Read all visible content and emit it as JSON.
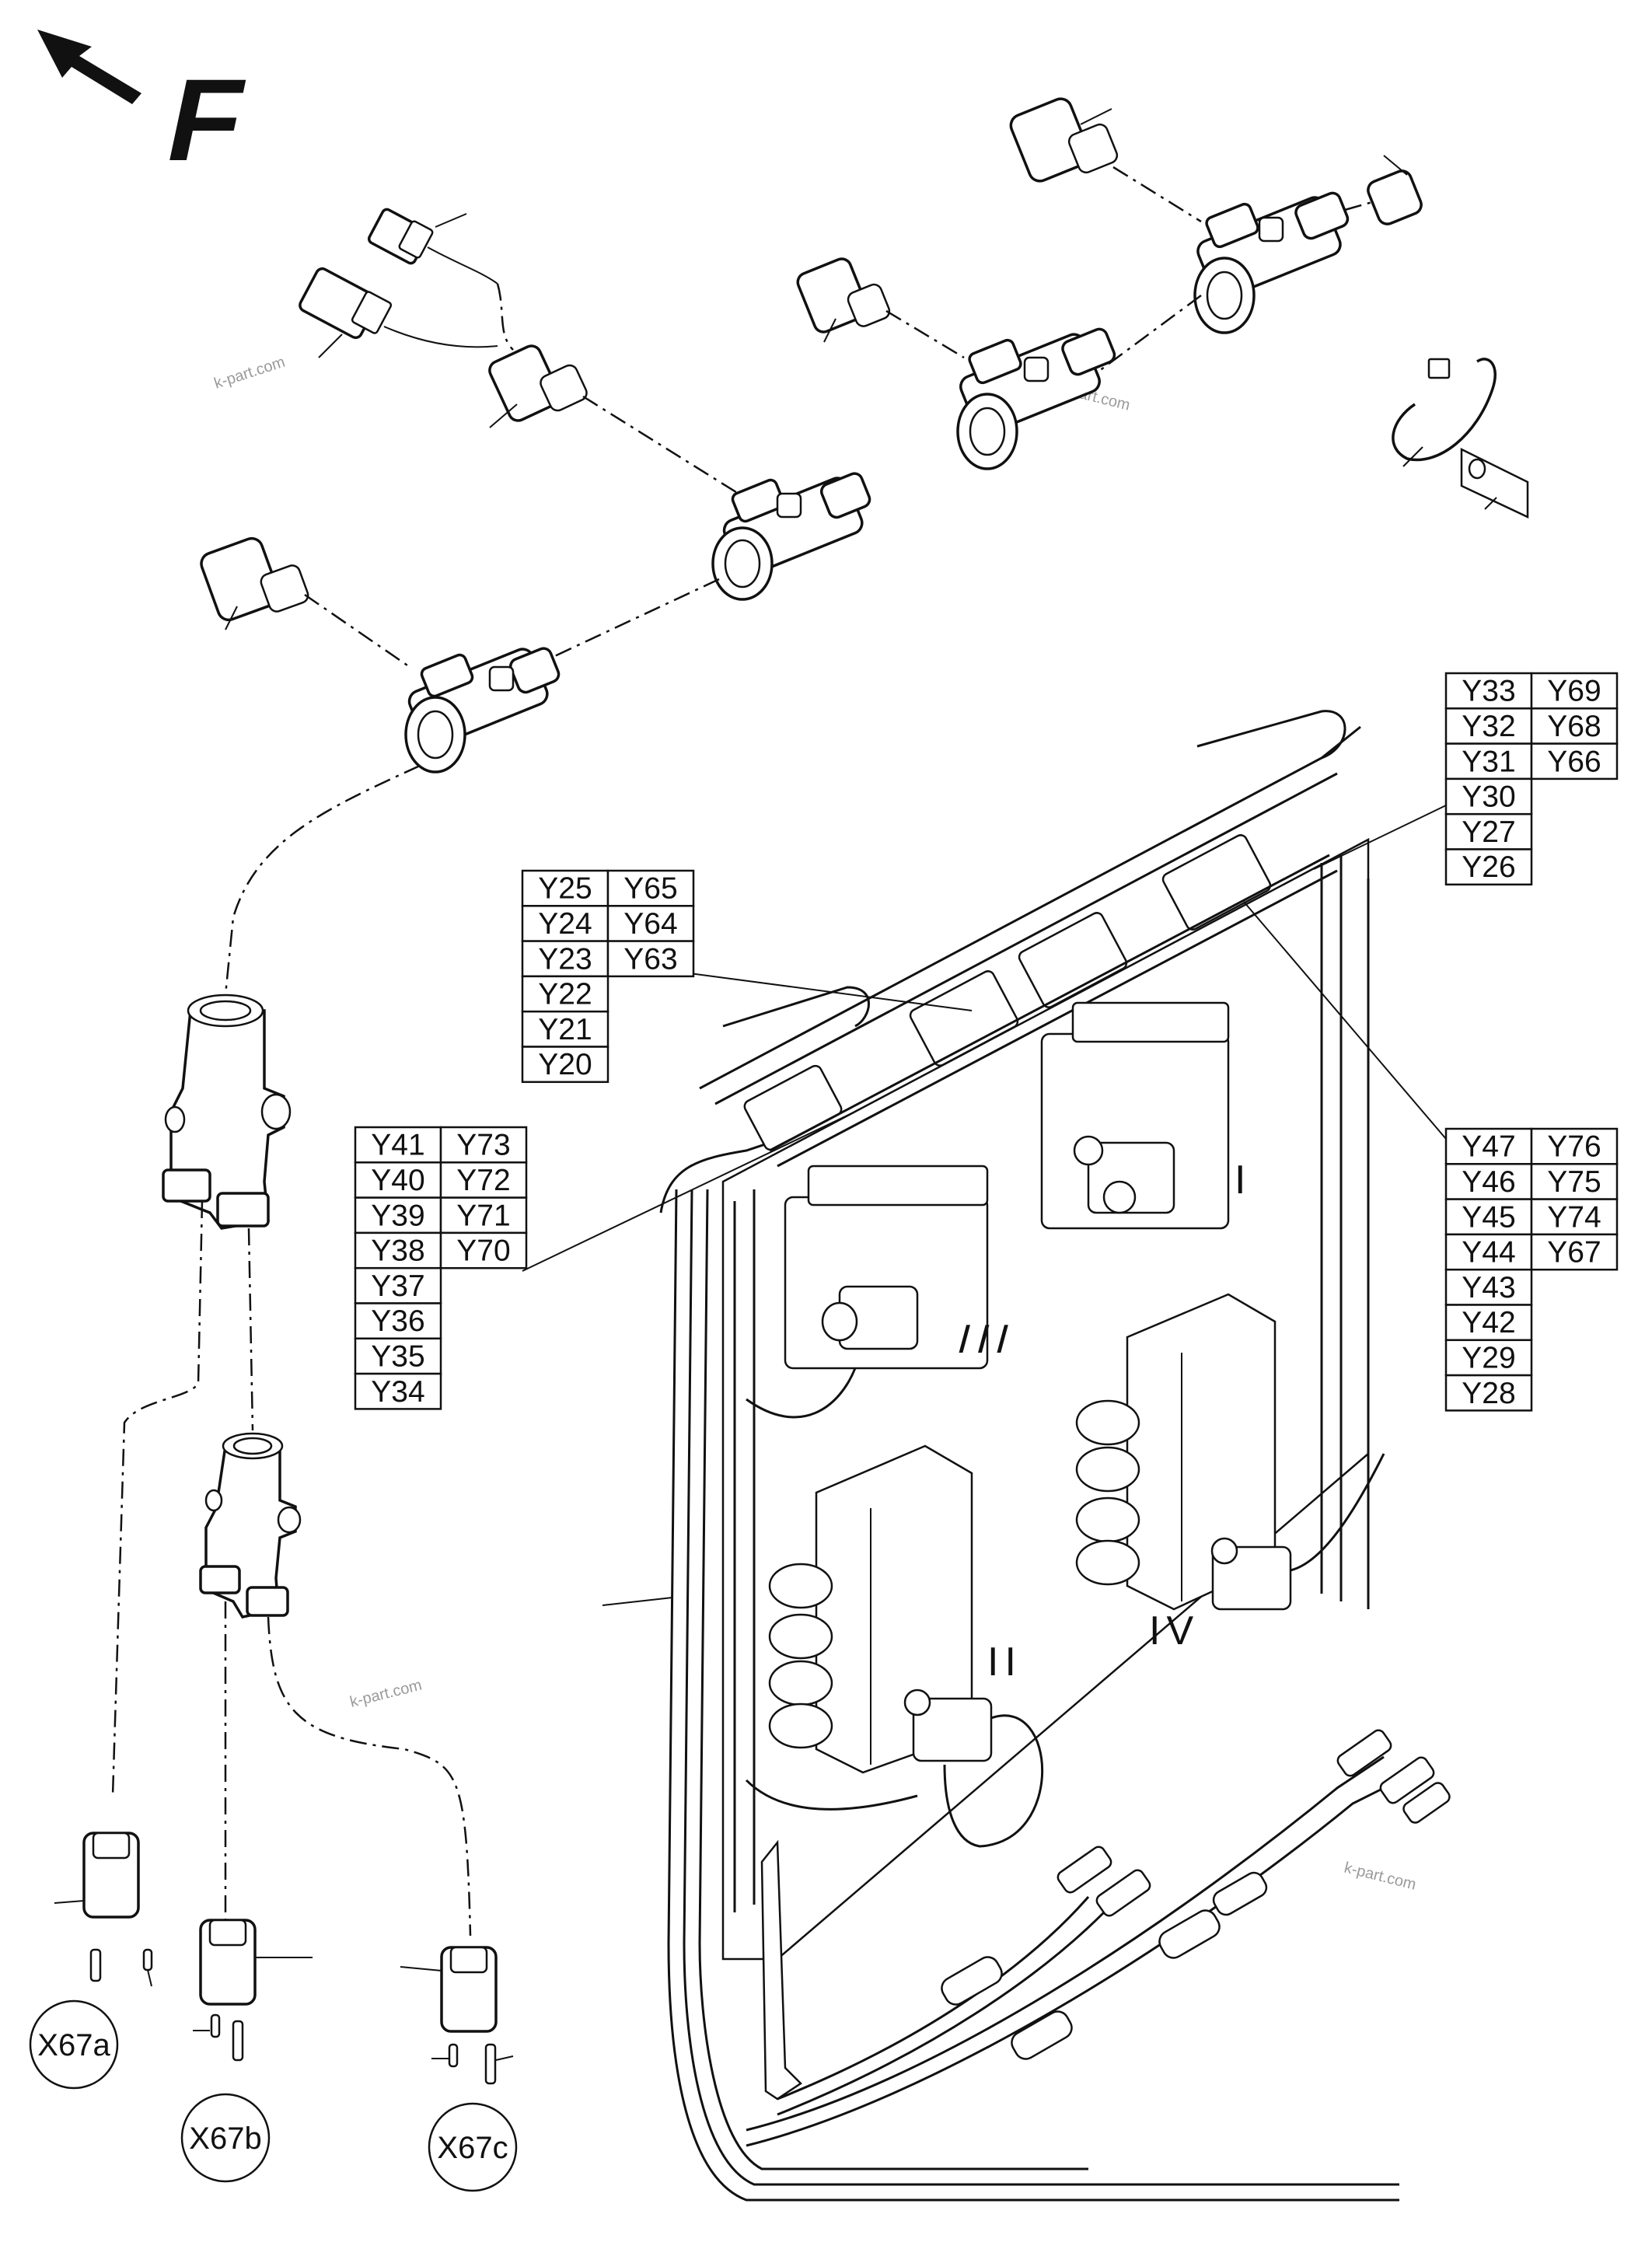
{
  "direction_mark": "F",
  "watermarks": [
    "k-part.com",
    "k-part.com",
    "k-part.com",
    "k-part.com"
  ],
  "valve_block_labels": [
    "I",
    "II",
    "III",
    "IV"
  ],
  "callout_tables": [
    {
      "rows": [
        [
          "Y33",
          "Y69"
        ],
        [
          "Y32",
          "Y68"
        ],
        [
          "Y31",
          "Y66"
        ],
        [
          "Y30",
          ""
        ],
        [
          "Y27",
          ""
        ],
        [
          "Y26",
          ""
        ]
      ]
    },
    {
      "rows": [
        [
          "Y25",
          "Y65"
        ],
        [
          "Y24",
          "Y64"
        ],
        [
          "Y23",
          "Y63"
        ],
        [
          "Y22",
          ""
        ],
        [
          "Y21",
          ""
        ],
        [
          "Y20",
          ""
        ]
      ]
    },
    {
      "rows": [
        [
          "Y41",
          "Y73"
        ],
        [
          "Y40",
          "Y72"
        ],
        [
          "Y39",
          "Y71"
        ],
        [
          "Y38",
          "Y70"
        ],
        [
          "Y37",
          ""
        ],
        [
          "Y36",
          ""
        ],
        [
          "Y35",
          ""
        ],
        [
          "Y34",
          ""
        ]
      ]
    },
    {
      "rows": [
        [
          "Y47",
          "Y76"
        ],
        [
          "Y46",
          "Y75"
        ],
        [
          "Y45",
          "Y74"
        ],
        [
          "Y44",
          "Y67"
        ],
        [
          "Y43",
          ""
        ],
        [
          "Y42",
          ""
        ],
        [
          "Y29",
          ""
        ],
        [
          "Y28",
          ""
        ]
      ]
    }
  ],
  "connector_circles": [
    "X67a",
    "X67b",
    "X67c"
  ]
}
